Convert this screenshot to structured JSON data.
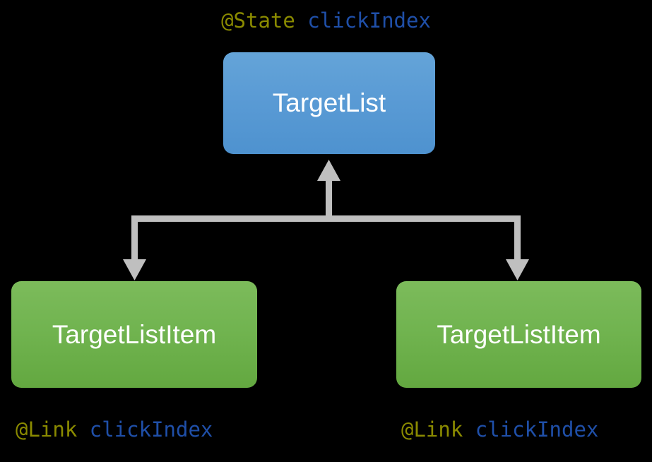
{
  "diagram": {
    "title_label": {
      "decorator": "@State",
      "separator": " ",
      "name": "clickIndex"
    },
    "nodes": [
      {
        "id": "targetlist",
        "label": "TargetList",
        "color": "#5a9bd5",
        "role": "parent-component"
      },
      {
        "id": "targetlistitem-left",
        "label": "TargetListItem",
        "color": "#71b450",
        "role": "child-component"
      },
      {
        "id": "targetlistitem-right",
        "label": "TargetListItem",
        "color": "#71b450",
        "role": "child-component"
      }
    ],
    "bottom_labels": [
      {
        "decorator": "@Link",
        "separator": " ",
        "name": "clickIndex"
      },
      {
        "decorator": "@Link",
        "separator": " ",
        "name": "clickIndex"
      }
    ],
    "connectors": {
      "description": "two-way data binding from children up to parent",
      "arrow_color": "#bfbfbf",
      "edges": [
        {
          "from": "bus",
          "to": "targetlist",
          "direction": "up"
        },
        {
          "from": "bus",
          "to": "targetlistitem-left",
          "direction": "down"
        },
        {
          "from": "bus",
          "to": "targetlistitem-right",
          "direction": "down"
        }
      ]
    },
    "colors": {
      "background": "#000000",
      "parent_node": "#5a9bd5",
      "child_node": "#71b450",
      "decorator_text": "#8a8a00",
      "variable_text": "#1f4fa8",
      "node_text": "#ffffff",
      "connector": "#bfbfbf"
    }
  }
}
